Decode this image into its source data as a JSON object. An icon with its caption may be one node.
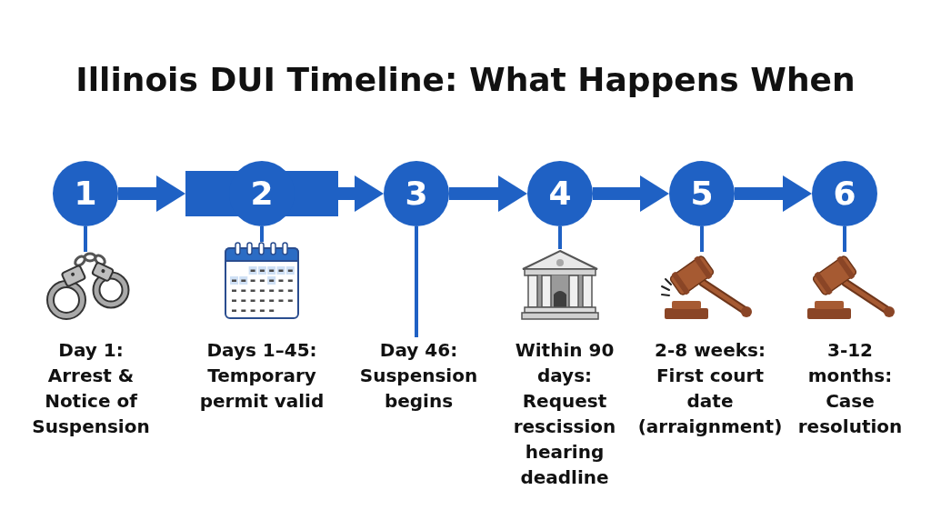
{
  "diagram": {
    "title": "Illinois DUI Timeline: What Happens When",
    "nodes": [
      {
        "text": [
          "1"
        ]
      },
      {
        "text": [],
        "shape": "bar"
      },
      {
        "text": [
          "2"
        ]
      },
      {
        "text": [
          "3"
        ]
      },
      {
        "text": [
          "4"
        ]
      },
      {
        "text": [
          "5"
        ]
      },
      {
        "text": [
          "6"
        ]
      },
      {
        "text": [],
        "shape": "picture",
        "beside": [
          "Day 1: Arrest & Notice of Suspension"
        ]
      },
      {
        "text": [],
        "shape": "picture",
        "beside": [
          "Days 1–45: Temporary permit valid"
        ]
      },
      {
        "text": [],
        "shape": "picture",
        "beside": [
          "Within 90 days: Request rescission hearing deadline"
        ]
      },
      {
        "text": [],
        "shape": "picture",
        "beside": [
          "2-8 weeks: First court date (arraignment)"
        ]
      },
      {
        "text": [],
        "shape": "picture",
        "beside": [
          "3-12 months: Case resolution"
        ]
      },
      {
        "text": [
          "Day 46: Suspension begins"
        ]
      }
    ],
    "edges": [
      {
        "from": 0,
        "to": 1,
        "arrow": "to",
        "style": "thick"
      },
      {
        "from": 1,
        "to": 3,
        "arrow": "to",
        "style": "thick"
      },
      {
        "from": 3,
        "to": 4,
        "arrow": "to",
        "style": "thick"
      },
      {
        "from": 4,
        "to": 5,
        "arrow": "to",
        "style": "thick"
      },
      {
        "from": 5,
        "to": 6,
        "arrow": "to",
        "style": "thick"
      },
      {
        "from": 0,
        "to": 7,
        "arrow": "none"
      },
      {
        "from": 2,
        "to": 8,
        "arrow": "none"
      },
      {
        "from": 3,
        "to": 12,
        "arrow": "none"
      },
      {
        "from": 4,
        "to": 9,
        "arrow": "none"
      },
      {
        "from": 5,
        "to": 10,
        "arrow": "none"
      },
      {
        "from": 6,
        "to": 11,
        "arrow": "none"
      }
    ]
  }
}
